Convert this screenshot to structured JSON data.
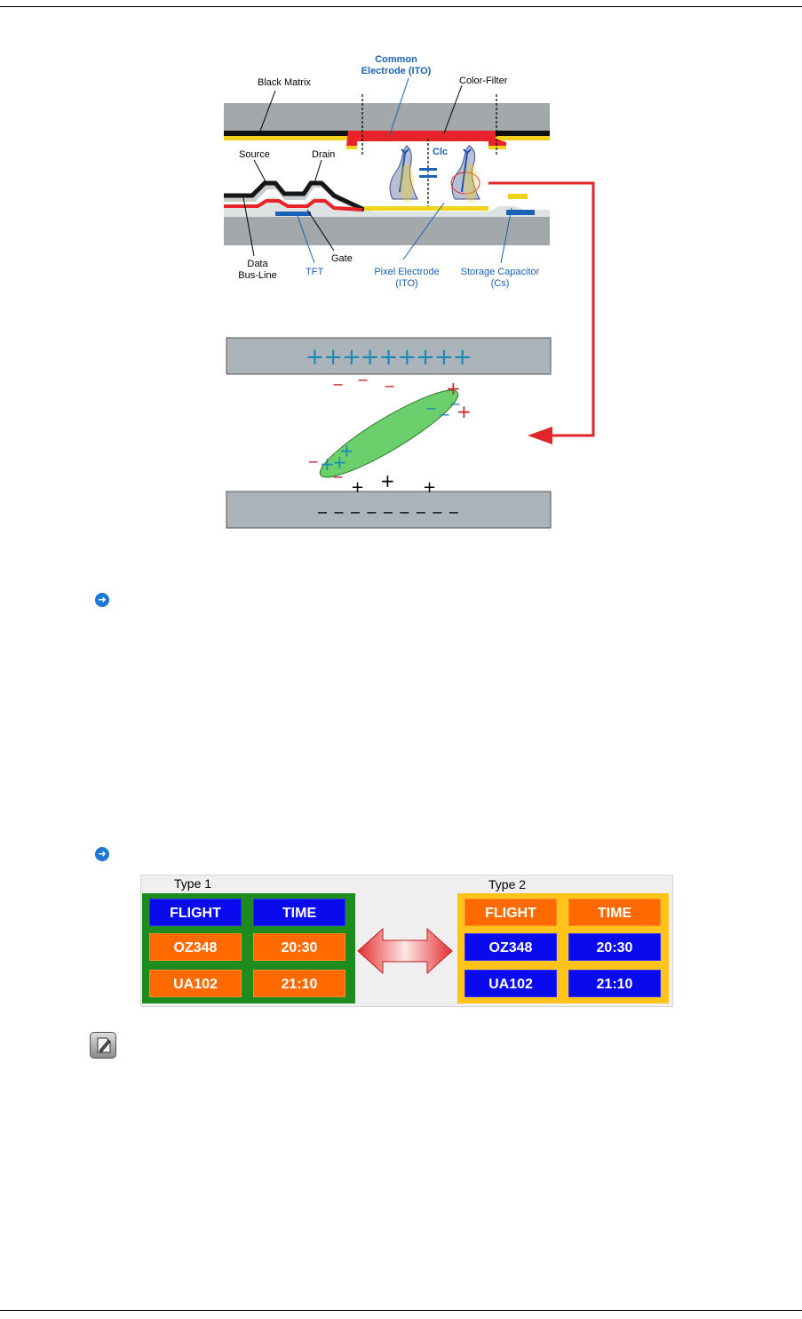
{
  "diagram": {
    "labels": {
      "black_matrix": "Black Matrix",
      "common_electrode": [
        "Common",
        "Electrode (ITO)"
      ],
      "color_filter": "Color-Filter",
      "source": "Source",
      "drain": "Drain",
      "clc": "Clc",
      "data_bus_line": [
        "Data",
        "Bus-Line"
      ],
      "tft": "TFT",
      "gate": "Gate",
      "pixel_electrode": [
        "Pixel Electrode",
        "(ITO)"
      ],
      "storage_capacitor": [
        "Storage Capacitor",
        "(Cs)"
      ]
    },
    "top_plate_charges": "+++++++++",
    "bottom_plate_charges": "− − − − − − − − −",
    "colors": {
      "plate": "#aab4ba",
      "color_filter_red": "#e6242a",
      "layer_yellow": "#f1d21c",
      "label_blue": "#1a62b5",
      "arrow_red": "#e0262b",
      "molecule_green": "#6bcf6b"
    }
  },
  "flight_board": {
    "type1": {
      "label": "Type 1",
      "rows": [
        [
          "FLIGHT",
          "TIME"
        ],
        [
          "OZ348",
          "20:30"
        ],
        [
          "UA102",
          "21:10"
        ]
      ]
    },
    "type2": {
      "label": "Type 2",
      "rows": [
        [
          "FLIGHT",
          "TIME"
        ],
        [
          "OZ348",
          "20:30"
        ],
        [
          "UA102",
          "21:10"
        ]
      ]
    },
    "colors": {
      "green": "#1e8b1e",
      "yellow": "#ffc31a",
      "blue": "#0a0aee",
      "orange": "#ff6a00"
    }
  },
  "icons": {
    "bullet": "arrow-right-circle-icon",
    "note": "note-pencil-icon"
  }
}
